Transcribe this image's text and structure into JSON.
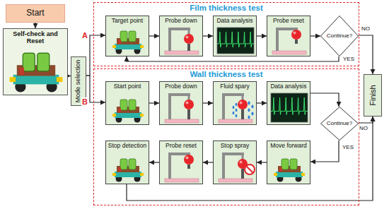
{
  "diagram": {
    "nodes": [
      {
        "text": [
          "Start"
        ]
      },
      {
        "text": [
          "Self-check and Reset"
        ]
      },
      {
        "text": [
          "Mode selection"
        ]
      },
      {
        "text": [
          "Film thickness test"
        ]
      },
      {
        "text": [
          "Target point"
        ],
        "in": 3
      },
      {
        "text": [
          "Probe down"
        ],
        "in": 3
      },
      {
        "text": [
          "Data analysis"
        ],
        "in": 3
      },
      {
        "text": [
          "Probe reset"
        ],
        "in": 3
      },
      {
        "text": [
          "Continue?"
        ],
        "in": 3
      },
      {
        "text": [
          "Wall thickness test"
        ]
      },
      {
        "text": [
          "Start point"
        ],
        "in": 9
      },
      {
        "text": [
          "Probe down"
        ],
        "in": 9
      },
      {
        "text": [
          "Fluid spary"
        ],
        "in": 9
      },
      {
        "text": [
          "Data analysis"
        ],
        "in": 9
      },
      {
        "text": [
          "Continue?"
        ],
        "in": 9
      },
      {
        "text": [
          "Move forward"
        ],
        "in": 9
      },
      {
        "text": [
          "Stop spray"
        ],
        "in": 9
      },
      {
        "text": [
          "Probe reset"
        ],
        "in": 9
      },
      {
        "text": [
          "Stop detection"
        ],
        "in": 9
      },
      {
        "text": [
          "Finish"
        ]
      }
    ],
    "edges": [
      {
        "from": 0,
        "to": 1,
        "arrow": "to"
      },
      {
        "from": 1,
        "to": 2,
        "arrow": "to"
      },
      {
        "from": 2,
        "to": 4,
        "label": "A",
        "arrow": "to"
      },
      {
        "from": 2,
        "to": 10,
        "label": "B",
        "arrow": "to"
      },
      {
        "from": 4,
        "to": 5,
        "arrow": "to"
      },
      {
        "from": 5,
        "to": 6,
        "arrow": "to"
      },
      {
        "from": 6,
        "to": 7,
        "arrow": "to"
      },
      {
        "from": 7,
        "to": 8,
        "arrow": "to"
      },
      {
        "from": 8,
        "to": 4,
        "label": "YES",
        "arrow": "to"
      },
      {
        "from": 8,
        "to": 19,
        "label": "NO",
        "arrow": "to"
      },
      {
        "from": 10,
        "to": 11,
        "arrow": "to"
      },
      {
        "from": 11,
        "to": 12,
        "arrow": "to"
      },
      {
        "from": 12,
        "to": 13,
        "arrow": "to"
      },
      {
        "from": 13,
        "to": 14,
        "arrow": "to"
      },
      {
        "from": 14,
        "to": 15,
        "label": "YES",
        "arrow": "to"
      },
      {
        "from": 14,
        "to": 19,
        "label": "NO",
        "arrow": "to"
      },
      {
        "from": 15,
        "to": 16,
        "arrow": "to"
      },
      {
        "from": 16,
        "to": 17,
        "arrow": "to"
      },
      {
        "from": 17,
        "to": 18,
        "arrow": "to"
      },
      {
        "from": 18,
        "to": 19,
        "arrow": "to"
      }
    ]
  }
}
